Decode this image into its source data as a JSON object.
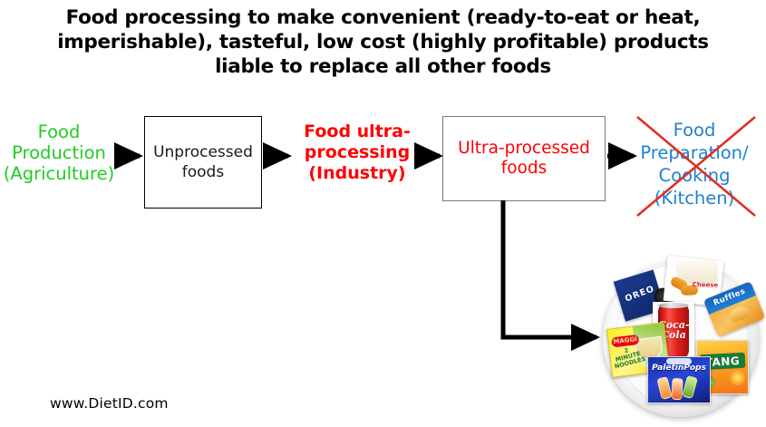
{
  "title": "Food processing to make convenient (ready-to-eat or heat, imperishable), tasteful, low cost (highly profitable) products liable to replace all other foods",
  "flow": {
    "production_label": "Food\nProduction\n(Agriculture)",
    "unprocessed_box": "Unprocessed\nfoods",
    "ultraprocessing_label": "Food ultra-\nprocessing\n(Industry)",
    "ultraprocessed_box": "Ultra-processed\nfoods",
    "preparation_label": "Food\nPreparation/\nCooking\n(Kitchen)"
  },
  "colors": {
    "production_green": "#22CC22",
    "processing_red": "#FF0000",
    "preparation_blue": "#2080D0",
    "crossout_red": "#E03020",
    "arrow_black": "#000000",
    "box_border_black": "#000000",
    "box_border_gray": "#7A7A7A",
    "title_black": "#000000"
  },
  "annotations": {
    "crossed_out": "Food Preparation/Cooking (Kitchen) is crossed out with a red X"
  },
  "plate": {
    "description": "White plate of ultra-processed products",
    "products": [
      {
        "name": "oreo-cookies",
        "label": "OREO"
      },
      {
        "name": "cheese-chicken-sandwich",
        "label": "Cheese"
      },
      {
        "name": "ruffles-chips",
        "label": "Ruffles"
      },
      {
        "name": "coca-cola-can",
        "label": "Coca-Cola"
      },
      {
        "name": "maggi-instant-noodles",
        "label": "MAGGI",
        "sublabel": "2 MINUTE NOODLES"
      },
      {
        "name": "tang-drink-mix",
        "label": "TANG"
      },
      {
        "name": "paletas-popsicle-box",
        "label": "PaletinPops"
      }
    ]
  },
  "footer": {
    "url": "www.DietID.com"
  }
}
